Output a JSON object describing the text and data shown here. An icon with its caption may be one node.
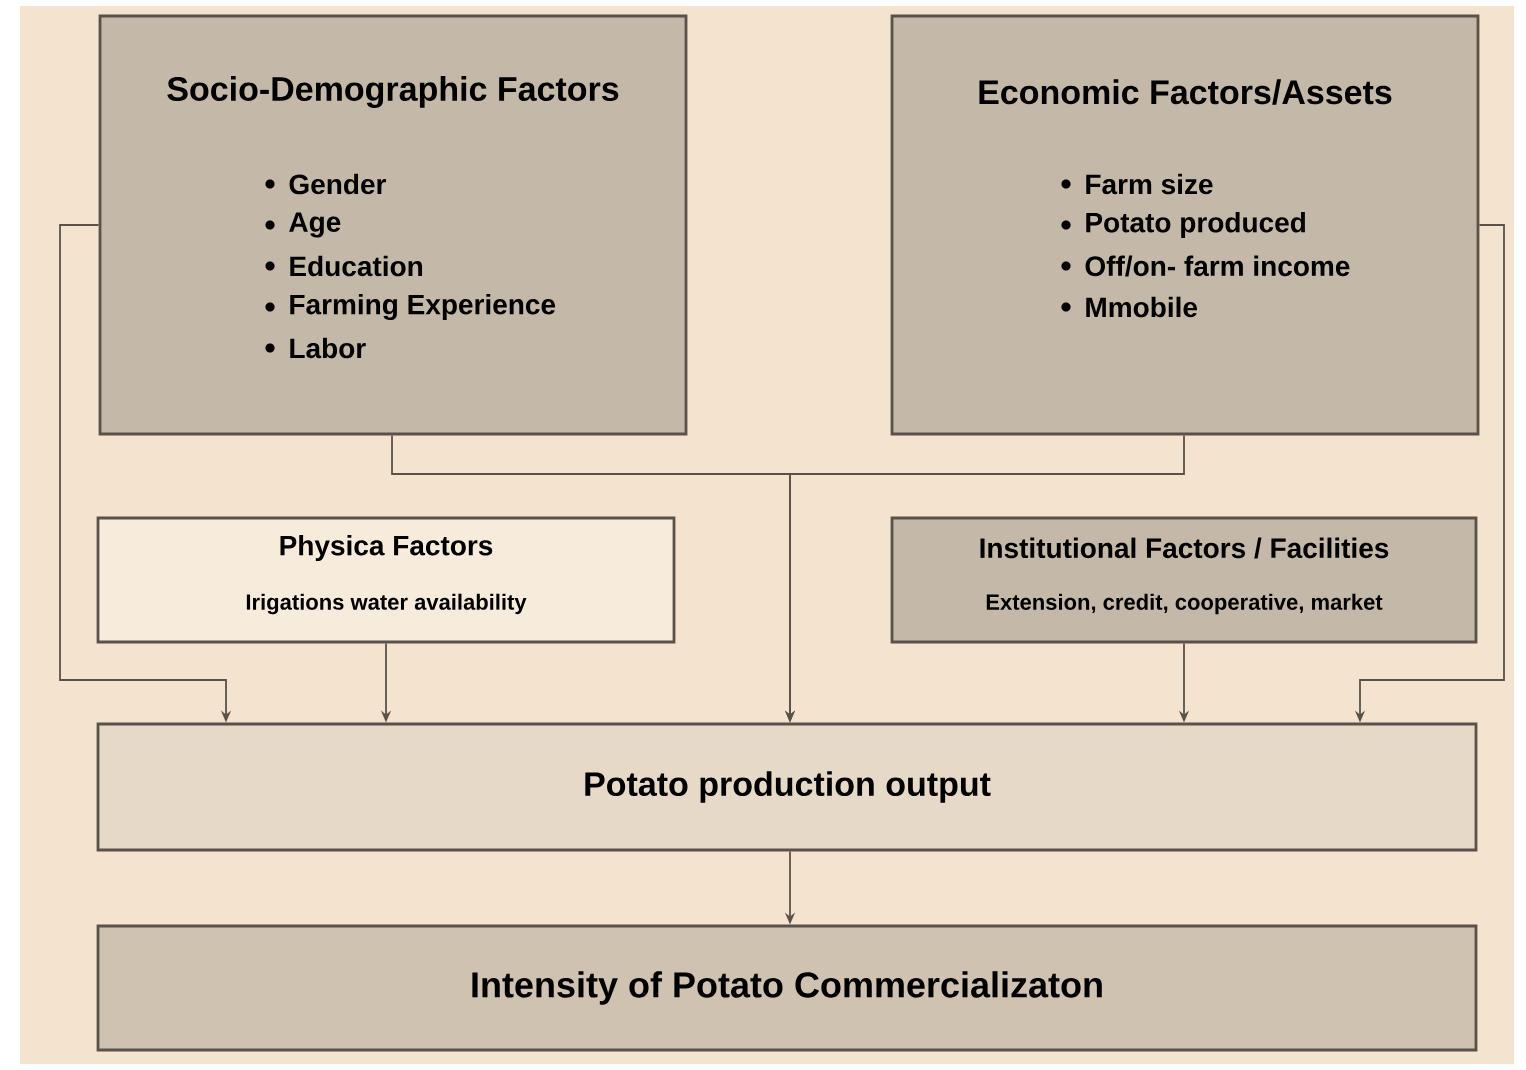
{
  "diagram": {
    "nodes": [
      {
        "text": [
          "Socio-Demographic Factors",
          "Gender",
          "Age",
          "Education",
          "Farming Experience",
          "Labor"
        ]
      },
      {
        "text": [
          "Economic Factors/Assets",
          "Farm size",
          "Potato produced",
          "Off/on- farm income",
          "Mmobile"
        ]
      },
      {
        "text": [
          "Physica Factors",
          "Irigations water availability"
        ]
      },
      {
        "text": [
          "Institutional Factors / Facilities",
          "Extension, credit, cooperative, market"
        ]
      },
      {
        "text": [
          "Potato production output"
        ]
      },
      {
        "text": [
          "Intensity of Potato Commercializaton"
        ]
      }
    ],
    "edges": [
      {
        "from": 0,
        "to": 4,
        "arrow": "to"
      },
      {
        "from": 0,
        "to": 4,
        "arrow": "to"
      },
      {
        "from": 1,
        "to": 4,
        "arrow": "to"
      },
      {
        "from": 1,
        "to": 4,
        "arrow": "to"
      },
      {
        "from": 2,
        "to": 4,
        "arrow": "to"
      },
      {
        "from": 3,
        "to": 4,
        "arrow": "to"
      },
      {
        "from": 4,
        "to": 5,
        "arrow": "to"
      }
    ]
  }
}
